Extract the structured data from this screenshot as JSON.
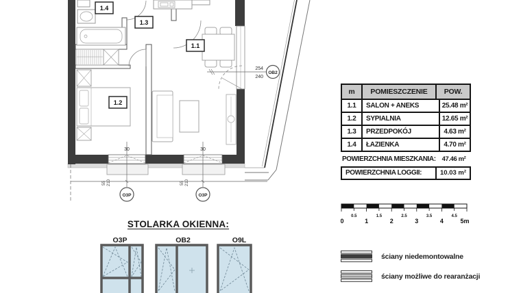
{
  "plan": {
    "room_labels": {
      "salon": "1.1",
      "sypialnia": "1.2",
      "przedpokoj": "1.3",
      "lazienka": "1.4"
    },
    "window_markers": {
      "window1": "O3P",
      "window2": "O3P",
      "balcony_door": "OB2"
    },
    "dimensions": {
      "window1_width": "30",
      "window2_width": "30",
      "window1_size_a": "55",
      "window1_size_b": "210",
      "window2_size_a": "55",
      "window2_size_b": "210",
      "balcony_a": "254",
      "balcony_b": "240"
    }
  },
  "table": {
    "headers": {
      "col1": "m",
      "col2": "POMIESZCZENIE",
      "col3": "POW."
    },
    "rows": [
      {
        "id": "1.1",
        "name": "SALON + ANEKS",
        "area": "25.48 m²"
      },
      {
        "id": "1.2",
        "name": "SYPIALNIA",
        "area": "12.65 m²"
      },
      {
        "id": "1.3",
        "name": "PRZEDPOKÓJ",
        "area": "4.63 m²"
      },
      {
        "id": "1.4",
        "name": "ŁAZIENKA",
        "area": "4.70 m²"
      }
    ],
    "total_label": "POWIERZCHNIA MIESZKANIA:",
    "total_value": "47.46 m²",
    "loggia_label": "POWIERZCHNIA LOGGII:",
    "loggia_value": "10.03 m²"
  },
  "scalebar": {
    "labels": [
      "0",
      "0.5",
      "1",
      "1.5",
      "2",
      "2.5",
      "3",
      "3.5",
      "4",
      "4.5",
      "5m"
    ]
  },
  "stolarka": {
    "title": "STOLARKA OKIENNA:",
    "windows": [
      {
        "label": "O3P"
      },
      {
        "label": "OB2"
      },
      {
        "label": "O9L"
      }
    ]
  },
  "legend": {
    "items": [
      {
        "label": "ściany niedemontowalne"
      },
      {
        "label": "ściany możliwe do rearanżacji"
      }
    ]
  },
  "colors": {
    "wall_dark": "#3d3d3d",
    "window_glass": "#cfe2ec",
    "table_header_bg": "#c9c9c9"
  }
}
